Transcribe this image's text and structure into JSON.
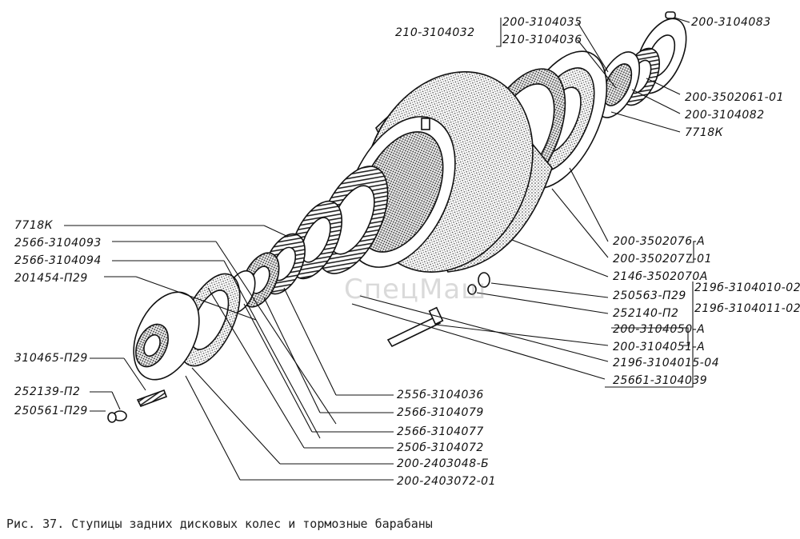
{
  "labels": {
    "top_center": "210-3104032",
    "r_3104035": "200-3104035",
    "r_3104036": "210-3104036",
    "r_3104083": "200-3104083",
    "r_3502061": "200-3502061-01",
    "r_3104082": "200-3104082",
    "r_7718k": "7718К",
    "r_3502076": "200-3502076-А",
    "r_3502077": "200-3502077-01",
    "r_21463502070": "214б-3502070А",
    "r_250563": "250563-П29",
    "r_252140": "252140-П2",
    "r_3104050": "200-3104050-А",
    "r_3104051": "200-3104051-А",
    "r_3104015": "219б-3104015-04",
    "r_3104039": "256б1-3104039",
    "r_3104010": "219б-3104010-02",
    "r_3104011": "219б-3104011-02",
    "l_7718k": "7718К",
    "l_3104093": "256б-3104093",
    "l_3104094": "256б-3104094",
    "l_201454": "201454-П29",
    "l_310465": "310465-П29",
    "l_252139": "252139-П2",
    "l_250561": "250561-П29",
    "b_3104036": "255б-3104036",
    "b_3104079": "256б-3104079",
    "b_3104077": "256б-3104077",
    "b_3104072": "250б-3104072",
    "b_2403048": "200-2403048-Б",
    "b_2403072": "200-2403072-01"
  },
  "watermark": "СпецМаш",
  "caption": "Рис. 37. Ступицы задних дисковых колес и тормозные барабаны",
  "colors": {
    "ink": "#111111",
    "stipple": "#555555",
    "watermark": "#9a9a9a"
  }
}
